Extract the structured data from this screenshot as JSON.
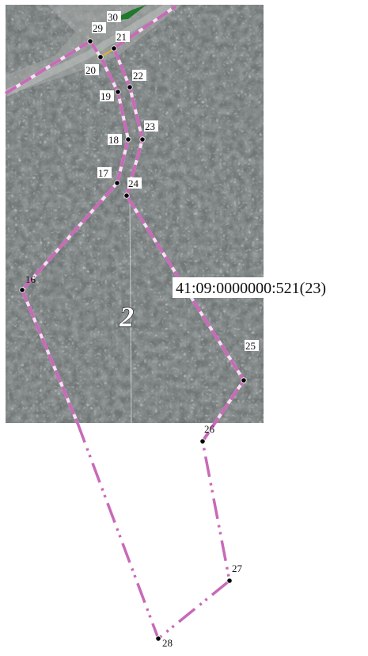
{
  "parcel": {
    "number_label": "2",
    "cadastral_label": "41:09:0000000:521(23)"
  },
  "colors": {
    "boundary": "#c86ab8",
    "boundary_gap": "#f4e4f0",
    "dot": "#000000",
    "label_bg": "#ffffff",
    "road_green": "#1f7a2a",
    "accent_yellow": "#e0b030",
    "forest_dark": "#4a5050",
    "forest_light": "#8a9090",
    "clearing": "#9aa09c"
  },
  "points": [
    {
      "id": "p16",
      "label": "16"
    },
    {
      "id": "p17",
      "label": "17"
    },
    {
      "id": "p18",
      "label": "18"
    },
    {
      "id": "p19",
      "label": "19"
    },
    {
      "id": "p20",
      "label": "20"
    },
    {
      "id": "p21",
      "label": "21"
    },
    {
      "id": "p22",
      "label": "22"
    },
    {
      "id": "p23",
      "label": "23"
    },
    {
      "id": "p24",
      "label": "24"
    },
    {
      "id": "p25",
      "label": "25"
    },
    {
      "id": "p26",
      "label": "26"
    },
    {
      "id": "p27",
      "label": "27"
    },
    {
      "id": "p28",
      "label": "28"
    },
    {
      "id": "p29",
      "label": "29"
    },
    {
      "id": "p30",
      "label": "30"
    }
  ]
}
